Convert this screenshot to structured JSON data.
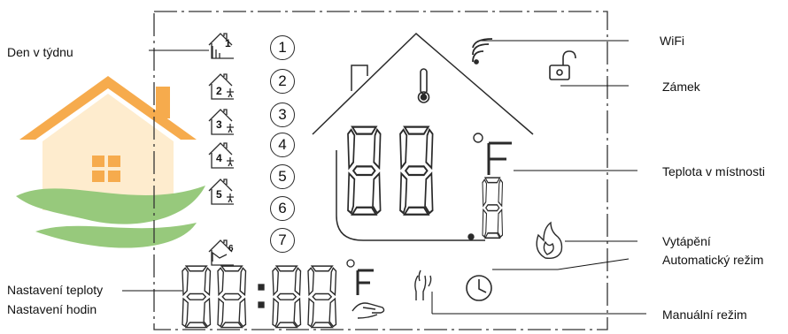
{
  "labels": {
    "den_v_tydnu": "Den  v týdnu",
    "nastaveni_teploty": "Nastavení teploty",
    "nastaveni_hodin": "Nastavení hodin",
    "wifi": "WiFi",
    "zamek": "Zámek",
    "teplota_v_mistnosti": "Teplota v místnosti",
    "vytapeni": "Vytápění",
    "automaticky_rezim": "Automatický režim",
    "manualni_rezim": "Manuální režim"
  },
  "display": {
    "day_numbers": [
      "1",
      "2",
      "3",
      "4",
      "5",
      "6",
      "7"
    ],
    "house_day_digits": [
      "1",
      "2",
      "3",
      "4",
      "5",
      "6"
    ],
    "main_temp_unit": "°F",
    "clock_unit": "°F",
    "decimal_digit": "8"
  },
  "colors": {
    "lcd_line": "#2a2a2a",
    "logo_orange": "#f6a23a",
    "logo_green": "#8cc46e",
    "logo_light": "#f9d99a"
  }
}
